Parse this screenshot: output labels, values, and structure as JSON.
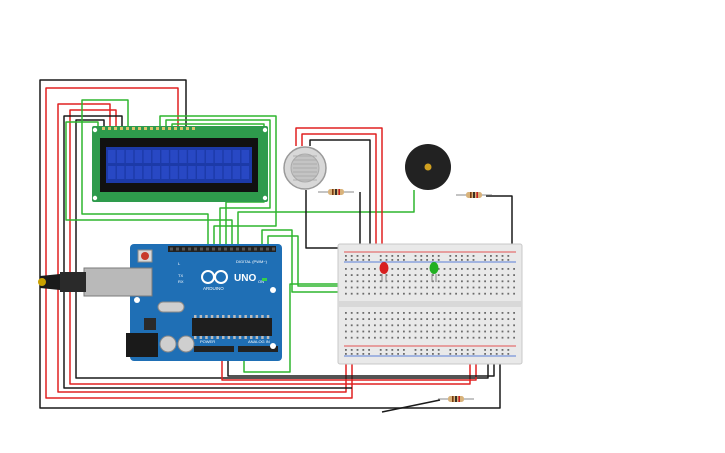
{
  "colors": {
    "background": "#ffffff",
    "wire_black": "#1a1a1a",
    "wire_red": "#e02020",
    "wire_green": "#2fb52f",
    "arduino_board": "#1f6fb5",
    "lcd_pcb": "#2e9b4c",
    "lcd_screen": "#1c3aa8",
    "breadboard": "#e9e9e9",
    "buzzer": "#222222",
    "sensor": "#d8d8d8",
    "led_red": "#d82020",
    "led_green": "#22b022",
    "resistor": "#d8b27a"
  },
  "arduino": {
    "model_label": "UNO",
    "brand_label": "ARDUINO",
    "header_digital_label": "DIGITAL (PWM~)",
    "header_power_label": "POWER",
    "header_analog_label": "ANALOG IN",
    "on_label": "ON",
    "tx_label": "TX",
    "rx_label": "RX",
    "l_label": "L"
  },
  "components": {
    "lcd": "lcd-16x2",
    "gas_sensor": "gas-sensor-icon",
    "buzzer": "piezo-buzzer-icon",
    "led_red": "red-led",
    "led_green": "green-led",
    "usb": "usb-connector",
    "power_jack": "dc-power-jack"
  }
}
